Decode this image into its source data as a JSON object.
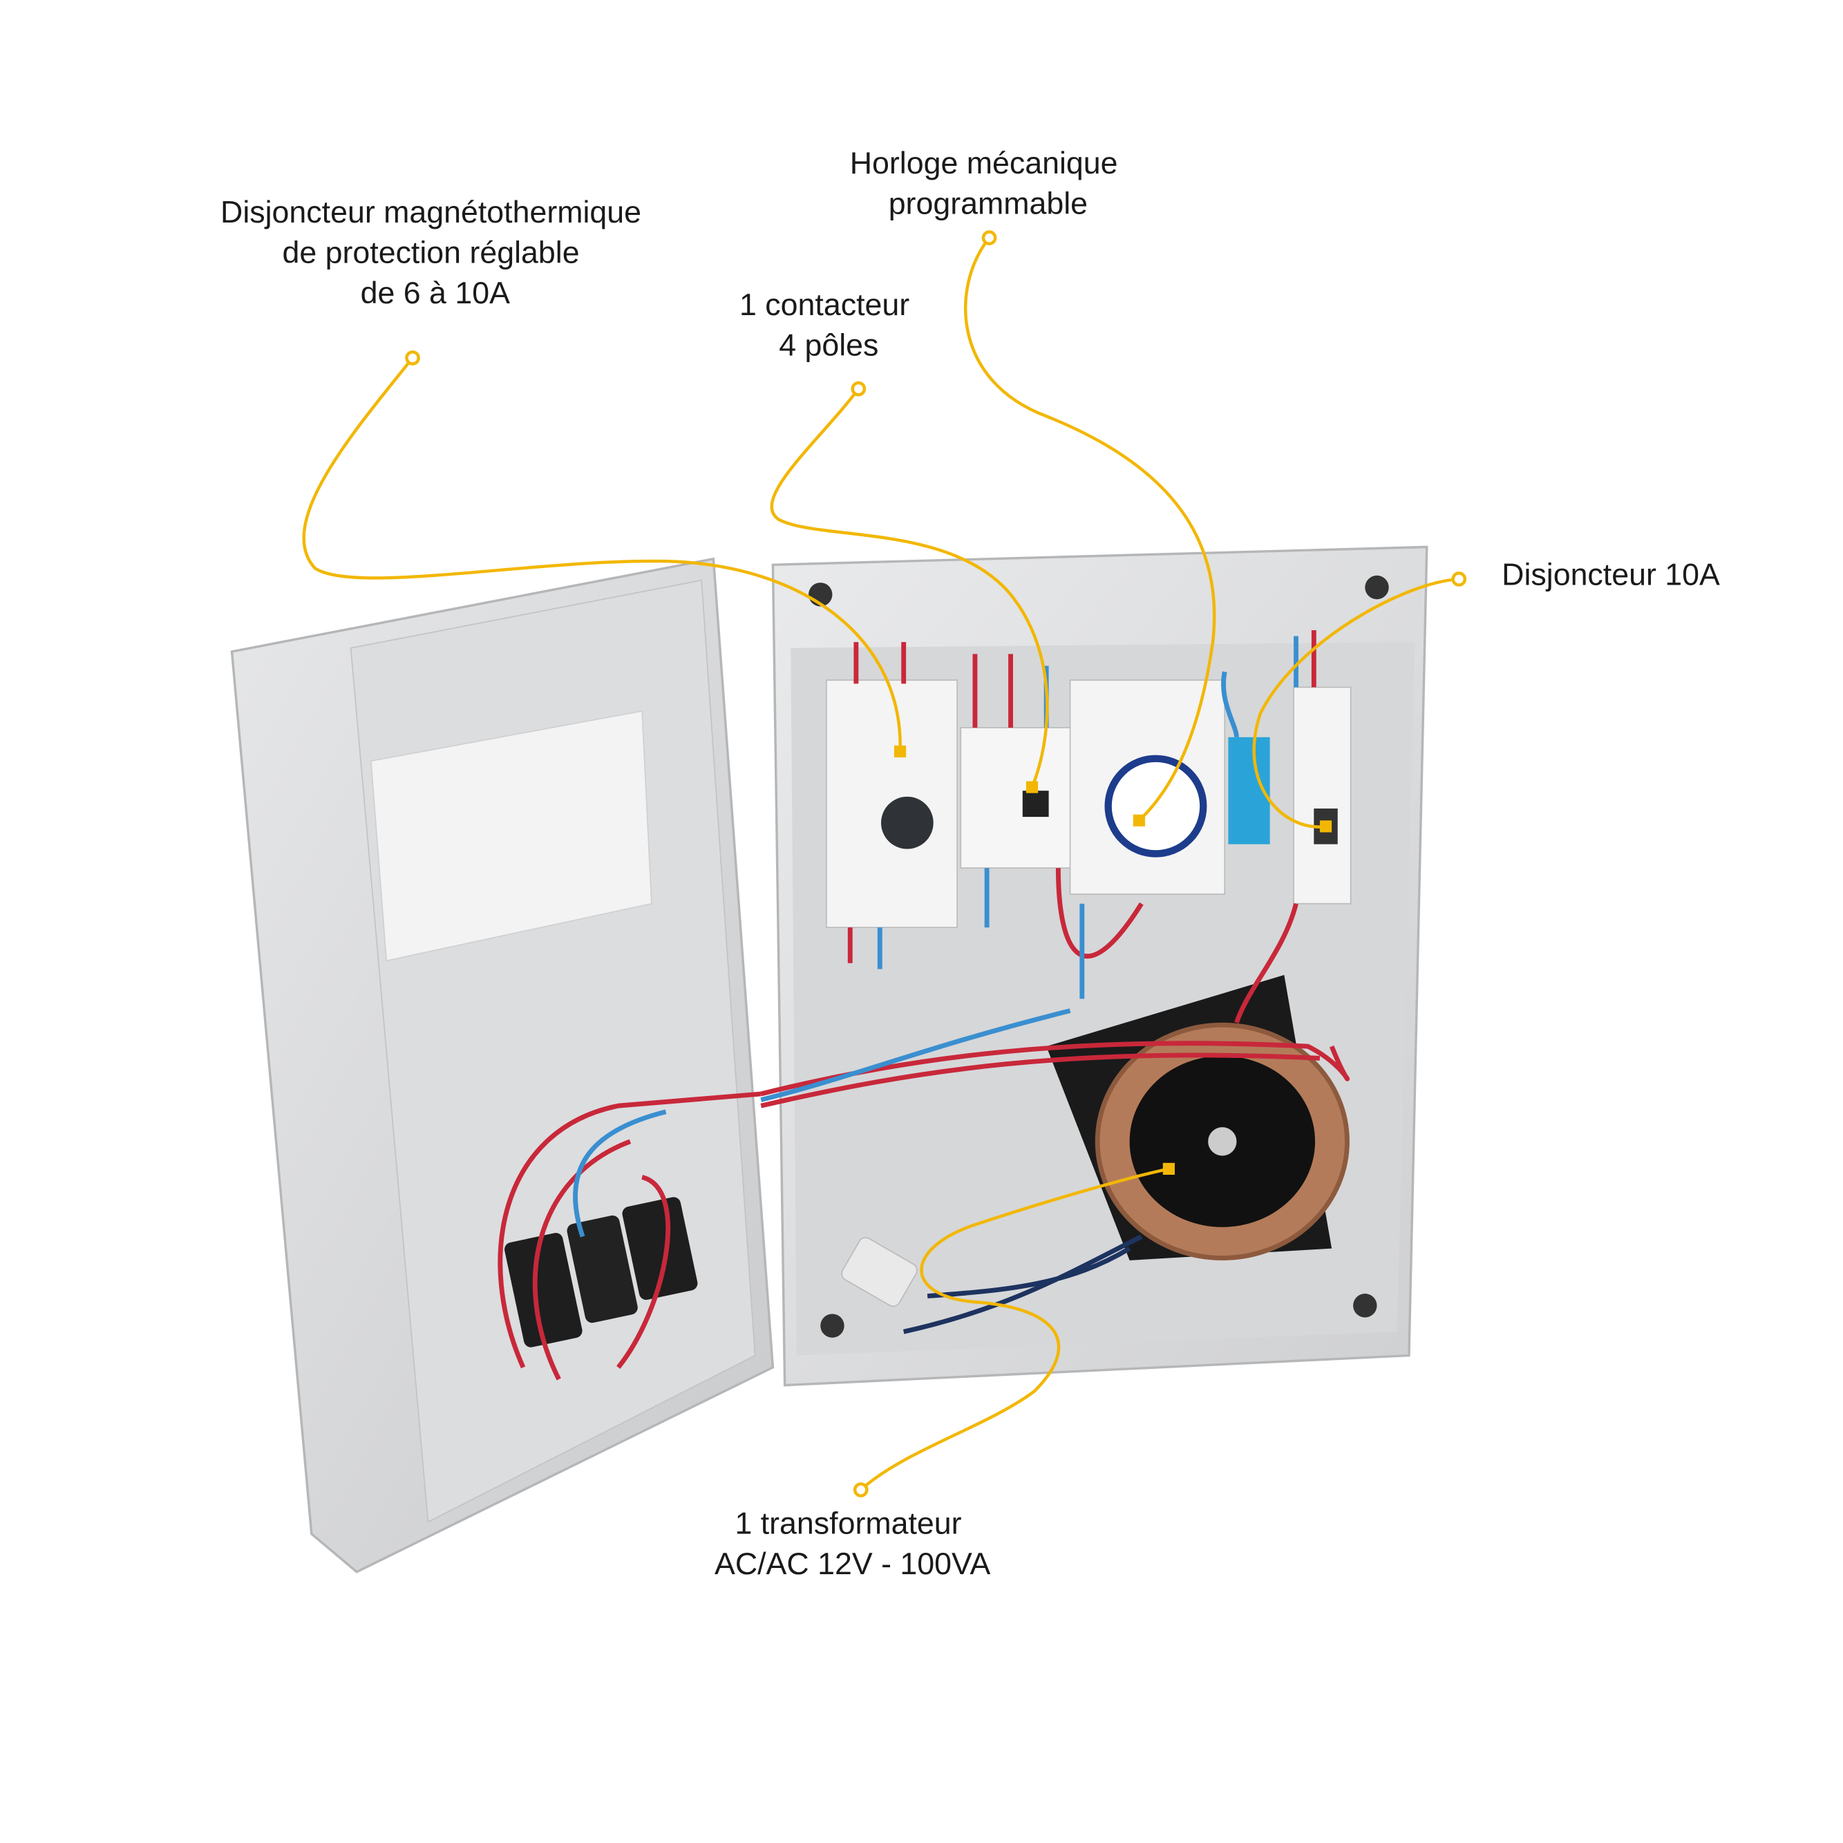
{
  "colors": {
    "leader": "#f2b705",
    "wire_red": "#c8283a",
    "wire_blue": "#3a8fd0",
    "enclosure": "#d9dadb"
  },
  "callouts": [
    {
      "id": "circuit-breaker-motor",
      "lines": [
        "Disjoncteur magnétothermique",
        "de protection réglable",
        "de 6 à 10A"
      ]
    },
    {
      "id": "clock",
      "lines": [
        "Horloge mécanique",
        "programmable"
      ]
    },
    {
      "id": "contactor",
      "lines": [
        "1 contacteur",
        "4 pôles"
      ]
    },
    {
      "id": "breaker-10a",
      "lines": [
        "Disjoncteur 10A"
      ]
    },
    {
      "id": "transformer",
      "lines": [
        "1 transformateur",
        "AC/AC 12V - 100VA"
      ]
    }
  ]
}
